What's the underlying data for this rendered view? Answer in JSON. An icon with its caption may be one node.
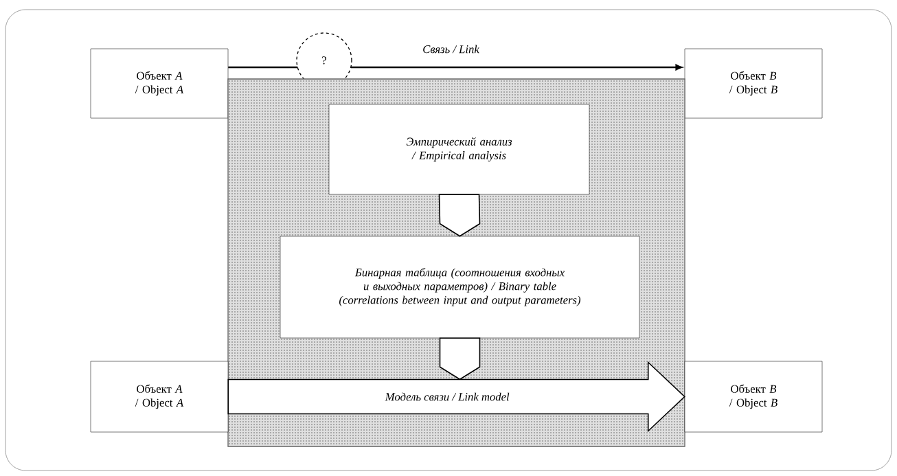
{
  "diagram": {
    "nodes": [
      {
        "text": [
          "Объект *A* / Object *A*"
        ]
      },
      {
        "text": [
          "?"
        ]
      },
      {
        "text": [
          "Объект *B* / Object *B*"
        ]
      },
      {
        "text": [],
        "shape": "box"
      },
      {
        "text": [
          "Эмпирический анализ / Empirical analysis"
        ],
        "in": 3
      },
      {
        "text": [
          "Бинарная таблица (соотношения входных и выходных параметров) / Binary table (correlations between input and output parameters)"
        ],
        "in": 3
      },
      {
        "text": [
          "Объект *A* / Object *A*"
        ]
      },
      {
        "text": [
          "Объект *B* / Object *B*"
        ]
      }
    ],
    "edges": [
      {
        "from": 0,
        "to": 1,
        "arrow": "none"
      },
      {
        "from": 1,
        "to": 2,
        "arrow": "to",
        "label": "Связь / Link"
      },
      {
        "from": 4,
        "to": 5,
        "arrow": "to",
        "style": "thick"
      },
      {
        "from": 5,
        "to": null,
        "arrow": "to",
        "style": "thick"
      },
      {
        "from": 6,
        "to": 7,
        "arrow": "to",
        "label": "Модель связи / Link model",
        "style": "thick"
      }
    ]
  }
}
